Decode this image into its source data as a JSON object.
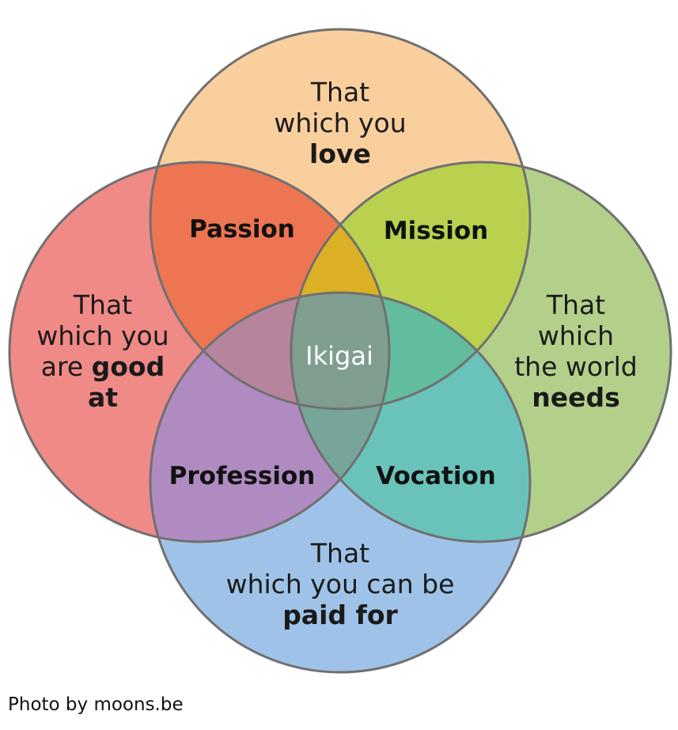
{
  "circles": {
    "love": {
      "line1": "That",
      "line2": "which you",
      "bold": "love",
      "color": "#f9cf9d"
    },
    "good_at": {
      "line1": "That",
      "line2": "which you",
      "line3_pre": "are ",
      "line3_bold": "good",
      "line4_bold": "at",
      "color": "#ef8a87"
    },
    "world_needs": {
      "line1": "That",
      "line2": "which",
      "line3": "the world",
      "bold": "needs",
      "color": "#b2d08a"
    },
    "paid_for": {
      "line1": "That",
      "line2": "which you can be",
      "bold": "paid for",
      "color": "#9fc3e8"
    }
  },
  "overlaps": {
    "passion": {
      "label": "Passion",
      "color": "#ee7552"
    },
    "mission": {
      "label": "Mission",
      "color": "#b9d14f"
    },
    "profession": {
      "label": "Profession",
      "color": "#b08bc2"
    },
    "vocation": {
      "label": "Vocation",
      "color": "#6ac3bb"
    },
    "ikigai": {
      "label": "Ikigai",
      "color": "#7f9e8f"
    }
  },
  "caption": "Photo by moons.be"
}
